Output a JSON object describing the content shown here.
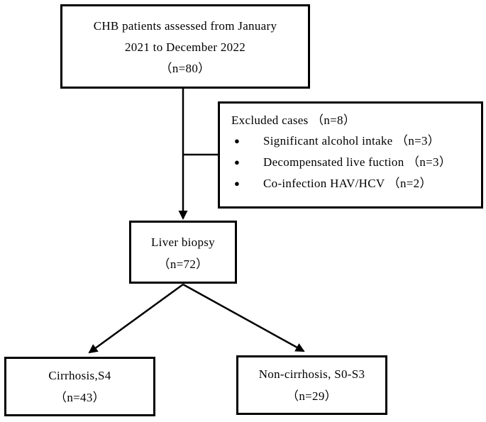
{
  "diagram": {
    "type": "flowchart",
    "colors": {
      "line": "#000000",
      "text": "#000000",
      "background": "#ffffff"
    },
    "boxes": {
      "assessed": {
        "line1": "CHB patients assessed from January",
        "line2": "2021 to December 2022",
        "line3": "（n=80）"
      },
      "excluded": {
        "title": "Excluded cases （n=8）",
        "items": [
          {
            "bullet": "●",
            "label": "Significant alcohol intake （n=3）"
          },
          {
            "bullet": "●",
            "label": "Decompensated live fuction （n=3）"
          },
          {
            "bullet": "●",
            "label": "Co-infection HAV/HCV （n=2）"
          }
        ]
      },
      "biopsy": {
        "line1": "Liver biopsy",
        "line2": "（n=72）"
      },
      "cirrhosis": {
        "line1": "Cirrhosis,S4",
        "line2": "（n=43）"
      },
      "non_cirrhosis": {
        "line1": "Non-cirrhosis, S0-S3",
        "line2": "（n=29）"
      }
    }
  }
}
